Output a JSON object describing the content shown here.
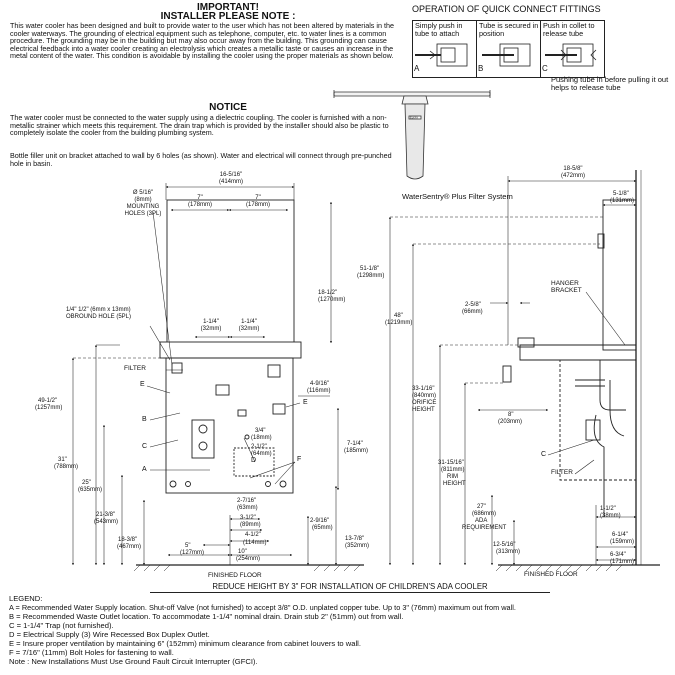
{
  "important": {
    "title1": "IMPORTANT!",
    "title2": "INSTALLER PLEASE NOTE :",
    "body": "This water cooler has been designed and built to provide water to the user which has not been altered by materials in the cooler waterways. The grounding of electrical equipment such as telephone, computer, etc. to water lines is a common procedure. The grounding may be in the building but may also occur away from the building. This grounding can cause electrical feedback into a water cooler creating an electrolysis which creates a metallic taste or causes an increase in the metal content of the water. This condition is avoidable by installing the cooler using the proper materials as shown below."
  },
  "notice": {
    "title": "NOTICE",
    "body1": "The water cooler must be connected to the water supply using a dielectric coupling. The cooler is furnished with a non-metallic strainer which meets this requirement. The drain trap which is provided by the installer should also be plastic to completely isolate the cooler from the building plumbing system.",
    "body2": "Bottle filler unit on bracket attached to wall by 6 holes (as shown). Water and electrical will connect through pre-punched hole in basin."
  },
  "fittings": {
    "title": "OPERATION OF QUICK CONNECT FITTINGS",
    "a_text": "Simply push in tube to attach",
    "b_text": "Tube is secured in position",
    "c_text": "Push in collet to release tube",
    "a_letter": "A",
    "b_letter": "B",
    "c_letter": "C",
    "note": "Pushing tube in before pulling it out helps to release tube"
  },
  "filter_system": {
    "label": "WaterSentry® Plus Filter System",
    "brand": "ELKAY"
  },
  "front": {
    "w_total": "16-5/16\"",
    "w_total_mm": "(414mm)",
    "w7a": "7\"",
    "w7a_mm": "(178mm)",
    "w7b": "7\"",
    "w7b_mm": "(178mm)",
    "holes": "Ø 5/16\"",
    "holes_mm": "(8mm)",
    "holes_l1": "MOUNTING",
    "holes_l2": "HOLES (3PL)",
    "h18": "18-1/2\"",
    "h18_mm": "(1270mm)",
    "obround1": "1/4\" 1/2\" (6mm x 13mm)",
    "obround2": "OBROUND HOLE (5PL)",
    "w114a": "1-1/4\"",
    "w114a_mm": "(32mm)",
    "w114b": "1-1/4\"",
    "w114b_mm": "(32mm)",
    "filter": "FILTER",
    "e1": "E",
    "e2": "E",
    "b": "B",
    "d": "D",
    "a": "A",
    "c": "C",
    "f": "F",
    "h49": "49-1/2\"",
    "h49_mm": "(1257mm)",
    "h31": "31\"",
    "h31_mm": "(788mm)",
    "h25": "25\"",
    "h25_mm": "(635mm)",
    "h21": "21-3/8\"",
    "h21_mm": "(543mm)",
    "h18b": "18-3/8\"",
    "h18b_mm": "(467mm)",
    "d4916": "4-9/16\"",
    "d4916_mm": "(116mm)",
    "d34": "3/4\"",
    "d34_mm": "(18mm)",
    "d212": "2-1/2\"",
    "d212_mm": "(64mm)",
    "d714": "7-1/4\"",
    "d714_mm": "(185mm)",
    "d2716": "2-7/16\"",
    "d2716_mm": "(63mm)",
    "d312": "3-1/2\"",
    "d312_mm": "(89mm)",
    "d412": "4-1/2\"",
    "d412_mm": "(114mm)",
    "d5": "5\"",
    "d5_mm": "(127mm)",
    "d10": "10\"",
    "d10_mm": "(254mm)",
    "d2916": "2-9/16\"",
    "d2916_mm": "(65mm)",
    "d1378": "13-7/8\"",
    "d1378_mm": "(352mm)",
    "floor": "FINISHED FLOOR"
  },
  "side": {
    "w1858": "18-5/8\"",
    "w1858_mm": "(472mm)",
    "d518": "5-1/8\"",
    "d518_mm": "(131mm)",
    "h5118": "51-1/8\"",
    "h5118_mm": "(1298mm)",
    "h48": "48\"",
    "h48_mm": "(1219mm)",
    "d258": "2-5/8\"",
    "d258_mm": "(66mm)",
    "hanger1": "HANGER",
    "hanger2": "BRACKET",
    "h33": "33-1/16\"",
    "h33_mm": "(840mm)",
    "orifice1": "ORIFICE",
    "orifice2": "HEIGHT",
    "d8": "8\"",
    "d8_mm": "(203mm)",
    "h3115": "31-15/16\"",
    "h3115_mm": "(811mm)",
    "rim1": "RIM",
    "rim2": "HEIGHT",
    "h27": "27\"",
    "h27_mm": "(686mm)",
    "ada1": "ADA",
    "ada2": "REQUIREMENT",
    "h12": "12-5/16\"",
    "h12_mm": "(313mm)",
    "c": "C",
    "filter": "FILTER",
    "d112": "1-1/2\"",
    "d112_mm": "(38mm)",
    "d614": "6-1/4\"",
    "d614_mm": "(159mm)",
    "d634": "6-3/4\"",
    "d634_mm": "(171mm)",
    "floor": "FINISHED FLOOR"
  },
  "reduce_note": "REDUCE HEIGHT BY 3\" FOR INSTALLATION OF CHILDREN'S ADA COOLER",
  "legend": {
    "title": "LEGEND:",
    "a": "A = Recommended Water Supply location. Shut-off Valve (not furnished) to accept 3/8\" O.D. unplated copper tube. Up to 3\" (76mm) maximum out from wall.",
    "b": "B = Recommended Waste Outlet location. To accommodate 1-1/4\" nominal drain. Drain stub 2\" (51mm) out from wall.",
    "c": "C = 1-1/4\" Trap (not furnished).",
    "d": "D = Electrical Supply (3) Wire Recessed Box Duplex Outlet.",
    "e": "E = Insure proper ventilation by maintaining 6\" (152mm) minimum clearance from cabinet louvers to wall.",
    "f": "F = 7/16\" (11mm) Bolt Holes for fastening to wall.",
    "note": "Note : New Installations Must Use Ground Fault Circuit Interrupter (GFCI)."
  }
}
